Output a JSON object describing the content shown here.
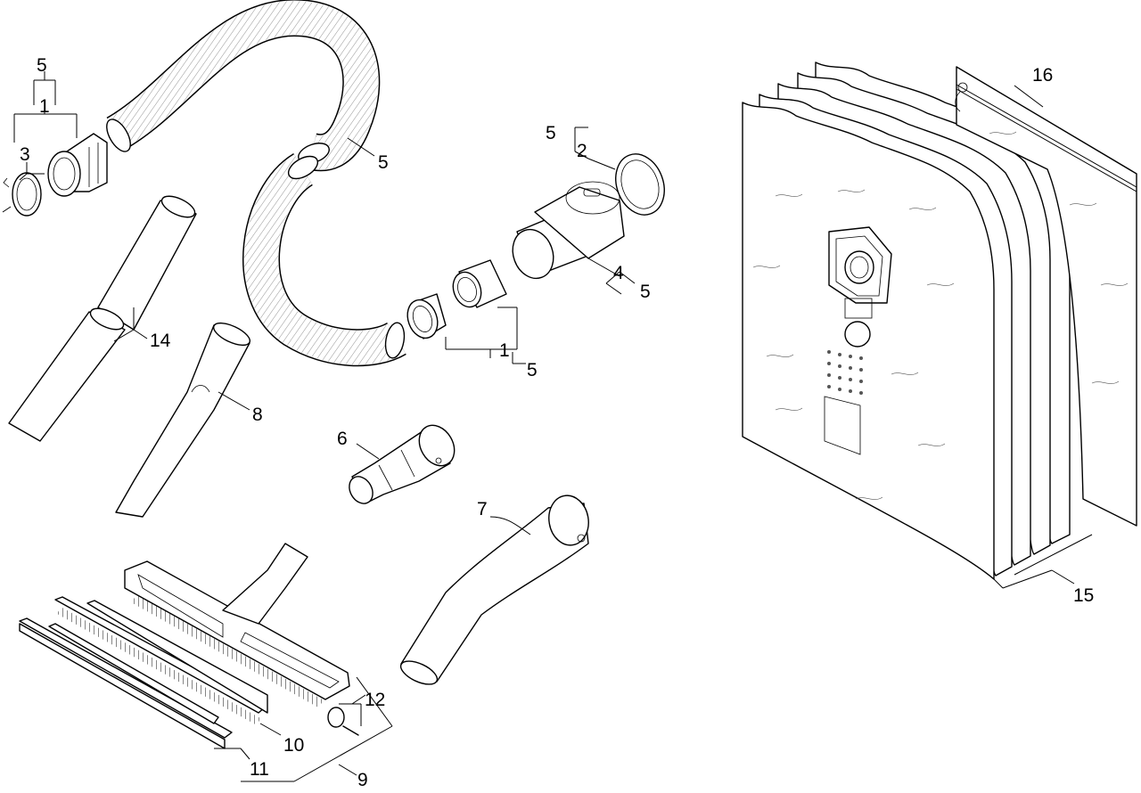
{
  "callouts": {
    "hose_kit_top": "5",
    "hose_connector_pair": "1",
    "clamp": "3",
    "hose": "5",
    "seal_ring_kit": "5",
    "seal_ring": "2",
    "adapter": "4",
    "adapter_kit": "5",
    "connector_pair_lower": "1",
    "connector_kit_lower": "5",
    "extension_tubes": "14",
    "crevice_nozzle": "8",
    "reducer": "6",
    "bend": "7",
    "floor_nozzle": "9",
    "brush_strips": "10",
    "rubber_strips": "11",
    "wheel_kit": "12",
    "filter_bags": "15",
    "filter_cover": "16"
  }
}
